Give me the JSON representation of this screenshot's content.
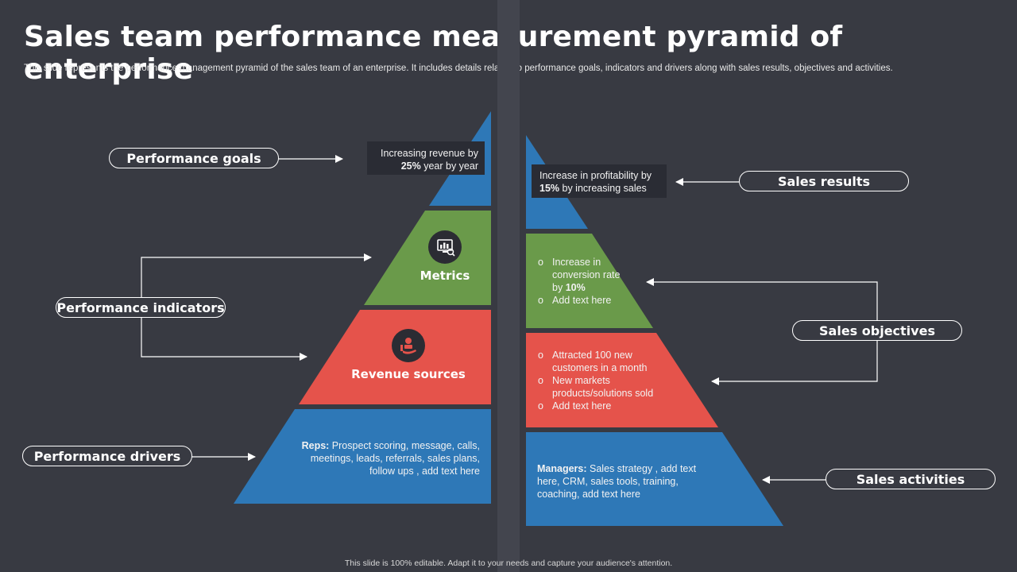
{
  "title": "Sales team performance measurement pyramid of enterprise",
  "subtitle": "This slide represents the performance management pyramid of the sales team of an enterprise. It includes details related to performance goals, indicators and drivers along with sales results, objectives and activities.",
  "footer": "This slide is 100% editable. Adapt it to your needs and capture your audience's attention.",
  "colors": {
    "background": "#383a42",
    "blue": "#2e78b7",
    "green": "#6a9a4a",
    "red": "#e5534b"
  },
  "left": {
    "labels": {
      "goals": "Performance goals",
      "indicators": "Performance indicators",
      "drivers": "Performance drivers"
    },
    "goal_text": {
      "line1": "Increasing revenue by",
      "bold": "25%",
      "rest": " year by year"
    },
    "metrics": {
      "label": "Metrics",
      "icon": "analytics-monitor-icon"
    },
    "revenue": {
      "label": "Revenue sources",
      "icon": "hand-money-icon"
    },
    "drivers_text": {
      "bold": "Reps:",
      "rest": " Prospect scoring, message, calls, meetings, leads, referrals, sales plans, follow ups , add text here"
    }
  },
  "right": {
    "labels": {
      "results": "Sales results",
      "objectives": "Sales objectives",
      "activities": "Sales activities"
    },
    "results_text": {
      "line1": "Increase in profitability  by",
      "bold": "15%",
      "rest": " by increasing sales"
    },
    "green_bullets": {
      "b1_pre": "Increase in conversion rate by ",
      "b1_bold": "10%",
      "b2": "Add text here"
    },
    "red_bullets": {
      "b1": "Attracted 100 new customers in a month",
      "b2": "New markets products/solutions sold",
      "b3": "Add text here"
    },
    "activities_text": {
      "bold": "Managers:",
      "rest": " Sales strategy , add text here, CRM, sales tools, training, coaching, add text here"
    }
  }
}
